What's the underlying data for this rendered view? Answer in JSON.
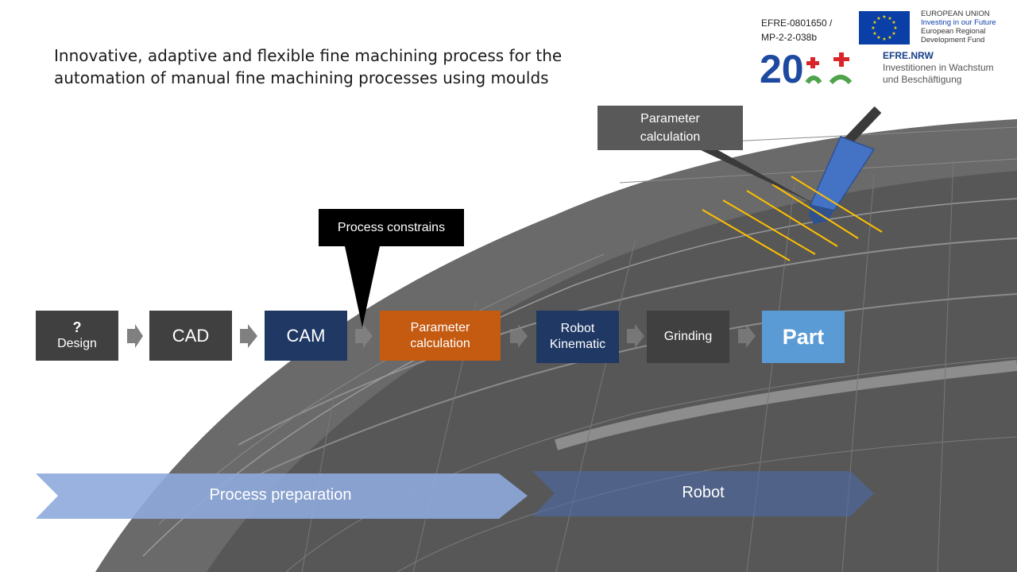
{
  "title": "Innovative, adaptive and flexible fine machining process for the automation of manual fine machining processes using moulds",
  "funding": {
    "project_id_line1": "EFRE-0801650  /",
    "project_id_line2": "MP-2-2-038b",
    "eu_title": "EUROPEAN UNION",
    "eu_slogan": "Investing in our Future",
    "eu_fund_line1": "European Regional",
    "eu_fund_line2": "Development Fund",
    "efre_name": "EFRE.NRW",
    "efre_line1": "Investitionen in Wachstum",
    "efre_line2": "und Beschäftigung",
    "logo_digits": "20",
    "colors": {
      "eu_blue": "#0b3fa8",
      "eu_star": "#ffdd00",
      "nrw_red": "#d9252a",
      "nrw_green": "#4fa34a",
      "nrw_blue": "#1d4aa0"
    }
  },
  "process": {
    "design_symbol": "?",
    "design_label": "Design",
    "cad": "CAD",
    "cam": "CAM",
    "param_calc": "Parameter calculation",
    "robot_kinematic": "Robot Kinematic",
    "grinding": "Grinding",
    "part": "Part",
    "colors": {
      "dark": "#404040",
      "navy": "#1f3864",
      "orange": "#c55a11",
      "light_blue": "#5b9bd5",
      "arrow": "#808080"
    }
  },
  "callouts": {
    "process_constrains": "Process constrains",
    "parameter_calculation": "Parameter calculation"
  },
  "phases": {
    "process_preparation": "Process preparation",
    "robot": "Robot"
  },
  "tool_icon": "grinding-tool-icon"
}
